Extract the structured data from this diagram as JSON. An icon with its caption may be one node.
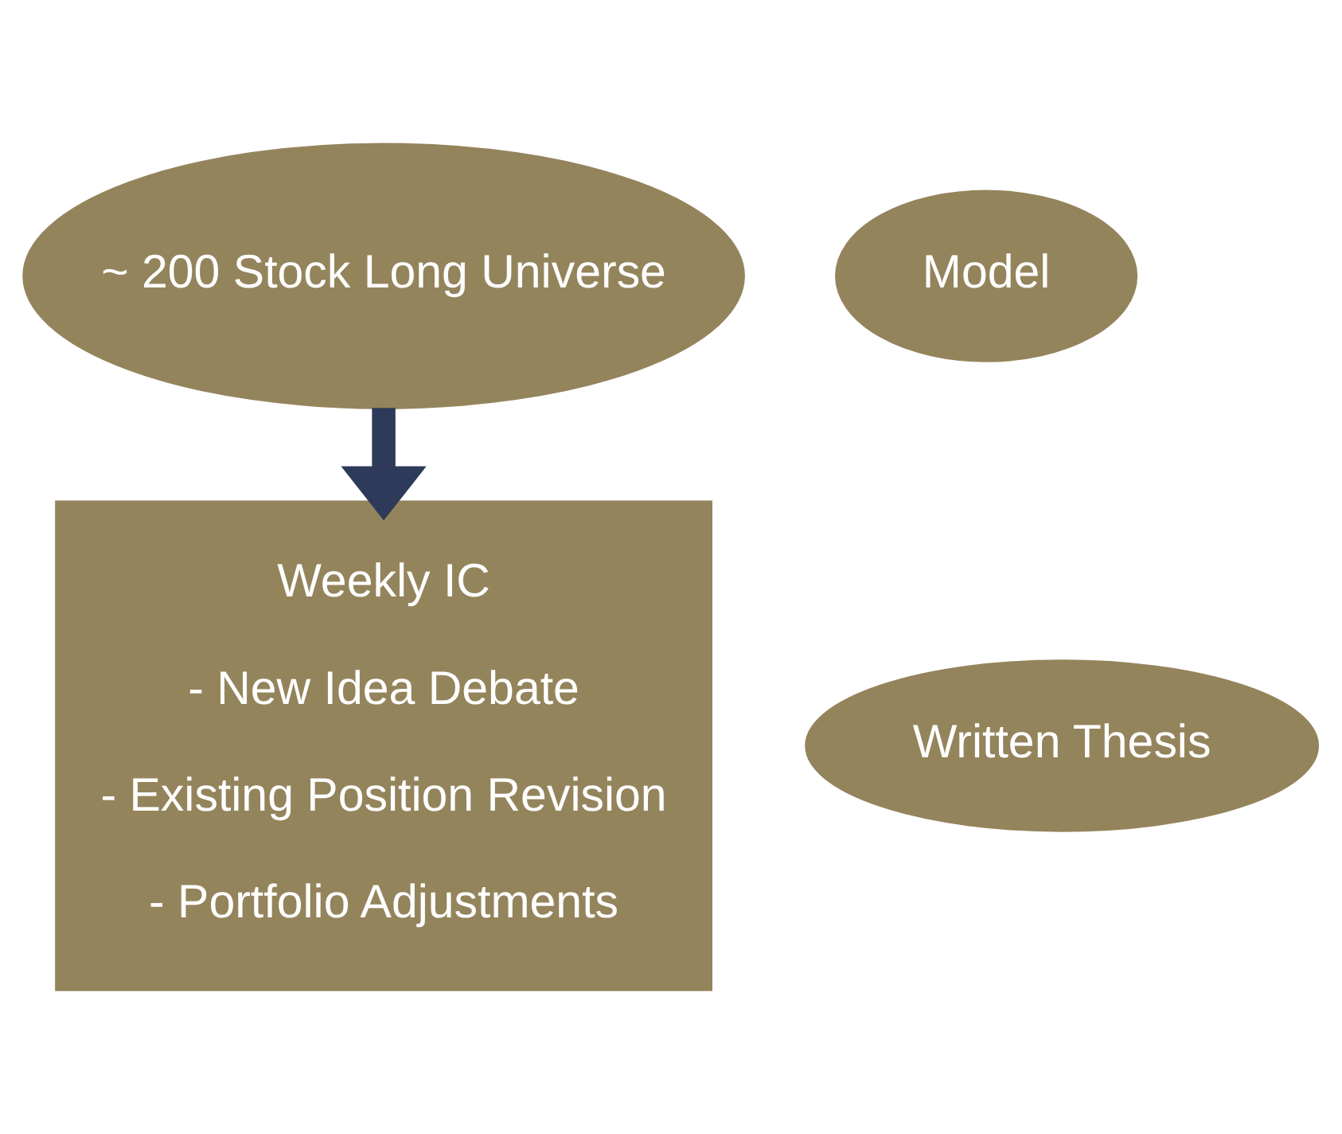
{
  "diagram": {
    "nodes": [
      {
        "text": [
          "~ 200 Stock Long Universe"
        ]
      },
      {
        "text": [
          "Model"
        ]
      },
      {
        "text": [
          "Written Thesis"
        ]
      },
      {
        "text": [
          "Weekly IC",
          "- New Idea Debate",
          "- Existing Position Revision",
          "- Portfolio Adjustments"
        ]
      }
    ],
    "edges": [
      {
        "from": 0,
        "to": 3,
        "arrow": "to",
        "color": "#2e3a59"
      }
    ]
  }
}
